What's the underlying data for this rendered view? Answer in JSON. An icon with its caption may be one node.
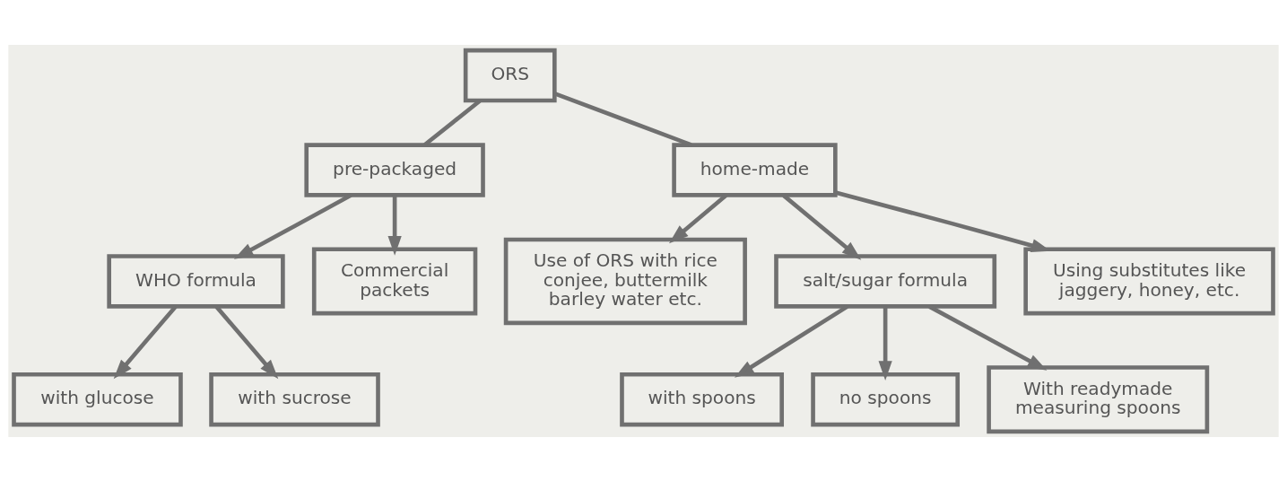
{
  "diagram": {
    "nodes": [
      {
        "text": [
          "ORS"
        ]
      },
      {
        "text": [
          "pre-packaged"
        ]
      },
      {
        "text": [
          "home-made"
        ]
      },
      {
        "text": [
          "WHO formula"
        ]
      },
      {
        "text": [
          "with glucose"
        ]
      },
      {
        "text": [
          "with sucrose"
        ]
      },
      {
        "text": [
          "Commercial packets"
        ]
      },
      {
        "text": [
          "Use of ORS with rice conjee, buttermilk barley water etc."
        ]
      },
      {
        "text": [
          "salt/sugar formula"
        ]
      },
      {
        "text": [
          "with spoons"
        ]
      },
      {
        "text": [
          "no spoons"
        ]
      },
      {
        "text": [
          "Using substitutes like jaggery, honey, etc."
        ]
      },
      {
        "text": [
          "With readymade measuring spoons"
        ]
      }
    ],
    "edges": [
      {
        "from": 0,
        "to": 1,
        "arrow": "none"
      },
      {
        "from": 0,
        "to": 2,
        "arrow": "none"
      },
      {
        "from": 1,
        "to": 3,
        "arrow": "to"
      },
      {
        "from": 1,
        "to": 6,
        "arrow": "to"
      },
      {
        "from": 3,
        "to": 4,
        "arrow": "to"
      },
      {
        "from": 3,
        "to": 5,
        "arrow": "to"
      },
      {
        "from": 2,
        "to": 7,
        "arrow": "to"
      },
      {
        "from": 2,
        "to": 8,
        "arrow": "to"
      },
      {
        "from": 2,
        "to": 11,
        "arrow": "to"
      },
      {
        "from": 8,
        "to": 9,
        "arrow": "to"
      },
      {
        "from": 8,
        "to": 10,
        "arrow": "to"
      },
      {
        "from": 8,
        "to": 12,
        "arrow": "to"
      }
    ]
  }
}
